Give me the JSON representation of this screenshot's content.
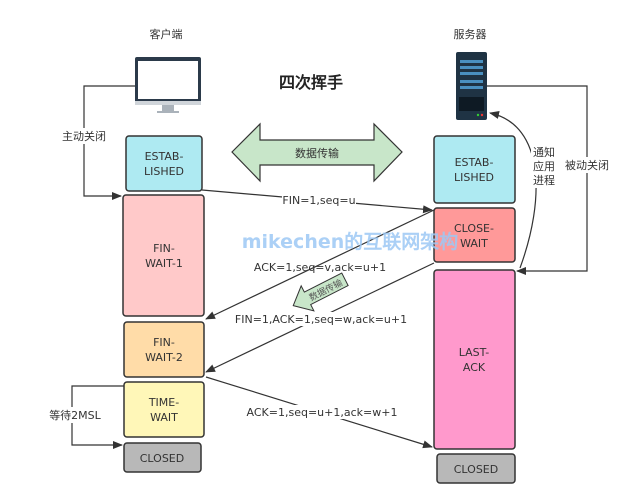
{
  "title": "四次挥手",
  "client": {
    "label": "客户端",
    "active_close": "主动关闭",
    "wait_label": "等待2MSL",
    "states": [
      {
        "line1": "ESTAB-",
        "line2": "LISHED",
        "color": "#aeeaf2"
      },
      {
        "line1": "FIN-",
        "line2": "WAIT-1",
        "color": "#ffc9c9"
      },
      {
        "line1": "FIN-",
        "line2": "WAIT-2",
        "color": "#ffdca8"
      },
      {
        "line1": "TIME-",
        "line2": "WAIT",
        "color": "#fff7b8"
      },
      {
        "line1": "CLOSED",
        "line2": "",
        "color": "#b8b8b8"
      }
    ]
  },
  "server": {
    "label": "服务器",
    "passive_close": "被动关闭",
    "notify": [
      "通知",
      "应用",
      "进程"
    ],
    "states": [
      {
        "line1": "ESTAB-",
        "line2": "LISHED",
        "color": "#aeeaf2"
      },
      {
        "line1": "CLOSE-",
        "line2": "WAIT",
        "color": "#ff9999"
      },
      {
        "line1": "LAST-",
        "line2": "ACK",
        "color": "#ff99cc"
      },
      {
        "line1": "CLOSED",
        "line2": "",
        "color": "#b8b8b8"
      }
    ]
  },
  "data_transfer": "数据传输",
  "data_transfer_small": "数据传输",
  "messages": [
    "FIN=1,seq=u",
    "ACK=1,seq=v,ack=u+1",
    "FIN=1,ACK=1,seq=w,ack=u+1",
    "ACK=1,seq=u+1,ack=w+1"
  ],
  "watermark": "mikechen的互联网架构"
}
